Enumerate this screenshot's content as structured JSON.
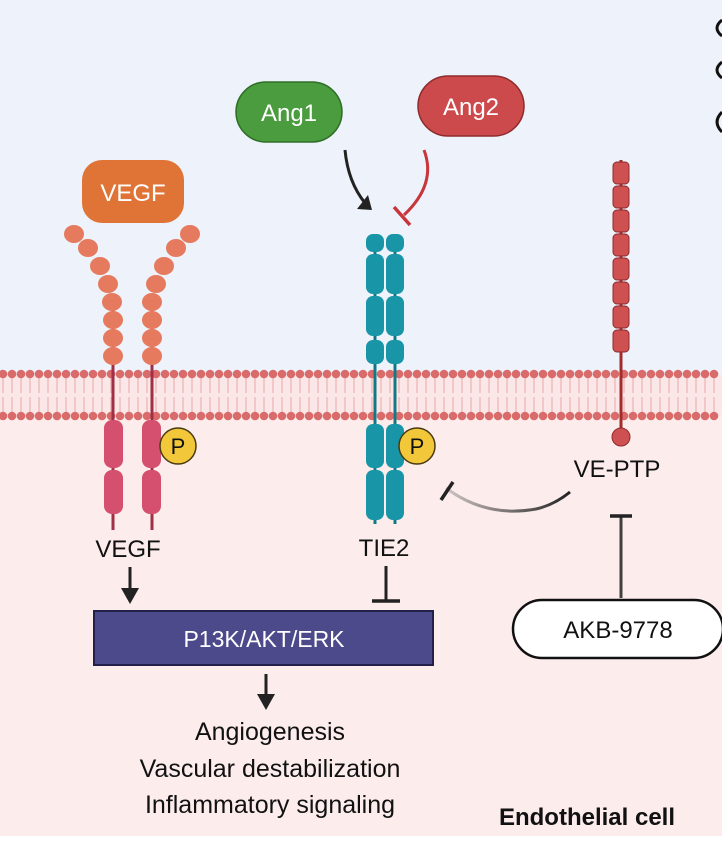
{
  "colors": {
    "extracellular_bg": "#edf2fb",
    "intracellular_bg": "#fcecec",
    "membrane_head": "#d96b6b",
    "membrane_tail": "#efc1c1",
    "vegf_ligand": "#df7436",
    "vegf_receptor_extra": "#e57a5e",
    "vegf_receptor_intra": "#d4506e",
    "ang1": "#4a9c3e",
    "ang2": "#cc4a4b",
    "tie2": "#1896a8",
    "ve_ptp": "#cf5050",
    "phospho": "#f2c83a",
    "pathway_box": "#4c4a8a",
    "arrow": "#222222",
    "inhibit_red": "#c8353a"
  },
  "ligands": {
    "vegf": "VEGF",
    "ang1": "Ang1",
    "ang2": "Ang2"
  },
  "receptors": {
    "vegf_label": "VEGF",
    "tie2_label": "TIE2",
    "ve_ptp_label": "VE-PTP",
    "phospho_label": "P"
  },
  "drug": {
    "label": "AKB-9778"
  },
  "pathway": {
    "label": "P13K/AKT/ERK"
  },
  "outcomes": [
    "Angiogenesis",
    "Vascular destabilization",
    "Inflammatory signaling"
  ],
  "cell_label": "Endothelial cell"
}
